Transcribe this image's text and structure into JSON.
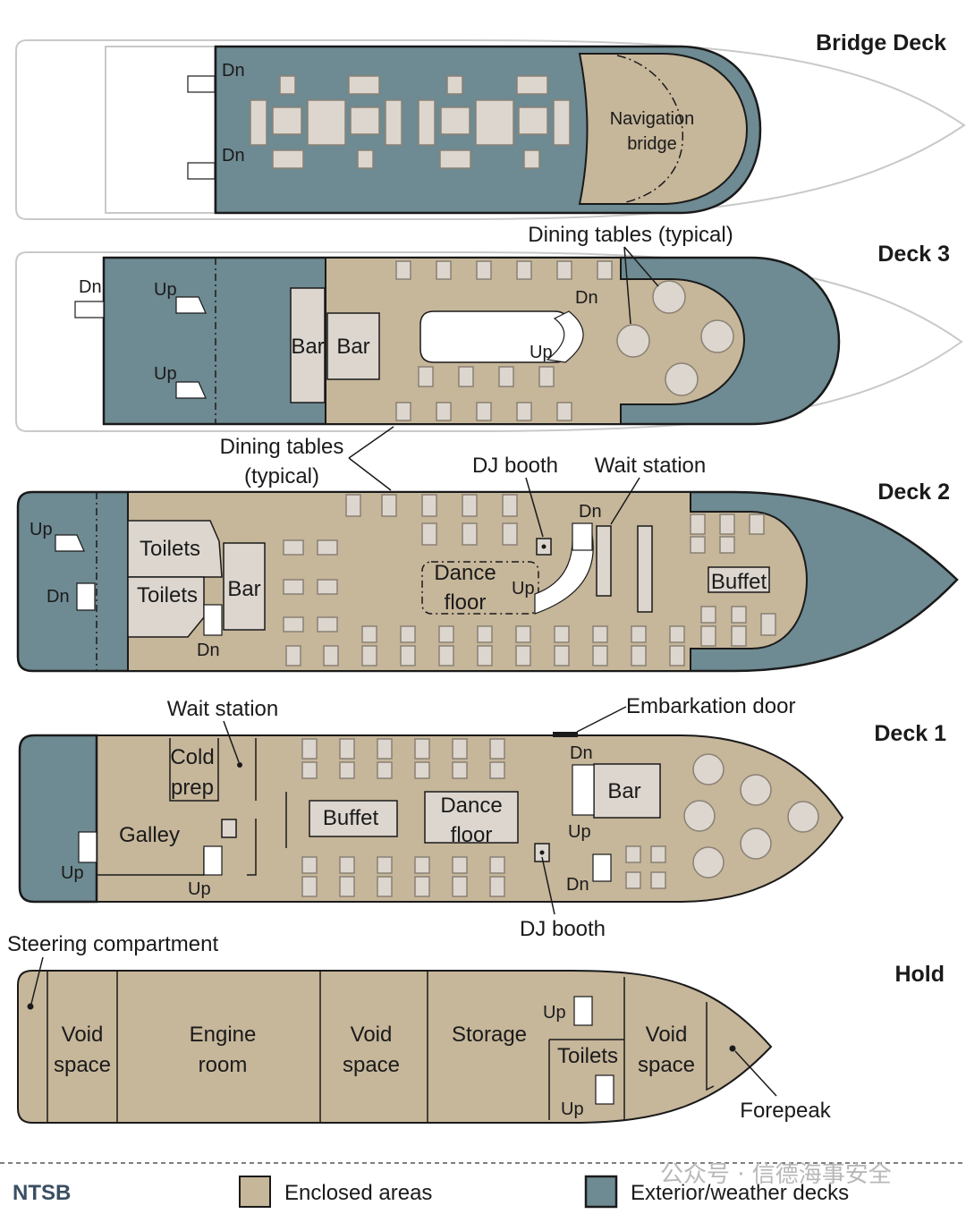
{
  "colors": {
    "enclosed": "#c6b69a",
    "exterior": "#6e8a92",
    "room": "#dcd6ce",
    "outline": "#1a1a1a"
  },
  "decks": {
    "bridge": {
      "title": "Bridge Deck",
      "nav_line1": "Navigation",
      "nav_line2": "bridge",
      "dn": "Dn"
    },
    "deck3": {
      "title": "Deck 3",
      "bar": "Bar",
      "dn": "Dn",
      "up": "Up",
      "callout": "Dining tables (typical)"
    },
    "deck2": {
      "title": "Deck 2",
      "toilets": "Toilets",
      "bar": "Bar",
      "dance_line1": "Dance",
      "dance_line2": "floor",
      "buffet": "Buffet",
      "dj_booth": "DJ booth",
      "wait_station": "Wait station",
      "up": "Up",
      "dn": "Dn",
      "callout_line1": "Dining tables",
      "callout_line2": "(typical)"
    },
    "deck1": {
      "title": "Deck 1",
      "cold_line1": "Cold",
      "cold_line2": "prep",
      "galley": "Galley",
      "buffet": "Buffet",
      "dance_line1": "Dance",
      "dance_line2": "floor",
      "bar": "Bar",
      "wait_station": "Wait station",
      "embarkation_door": "Embarkation door",
      "dj_booth": "DJ booth",
      "up": "Up",
      "dn": "Dn"
    },
    "hold": {
      "title": "Hold",
      "void_line1": "Void",
      "void_line2": "space",
      "engine_line1": "Engine",
      "engine_line2": "room",
      "storage": "Storage",
      "toilets": "Toilets",
      "forepeak": "Forepeak",
      "steering": "Steering compartment",
      "up": "Up"
    }
  },
  "legend": {
    "source": "NTSB",
    "enclosed": "Enclosed areas",
    "exterior": "Exterior/weather decks"
  },
  "watermark": "公众号 · 信德海事安全"
}
